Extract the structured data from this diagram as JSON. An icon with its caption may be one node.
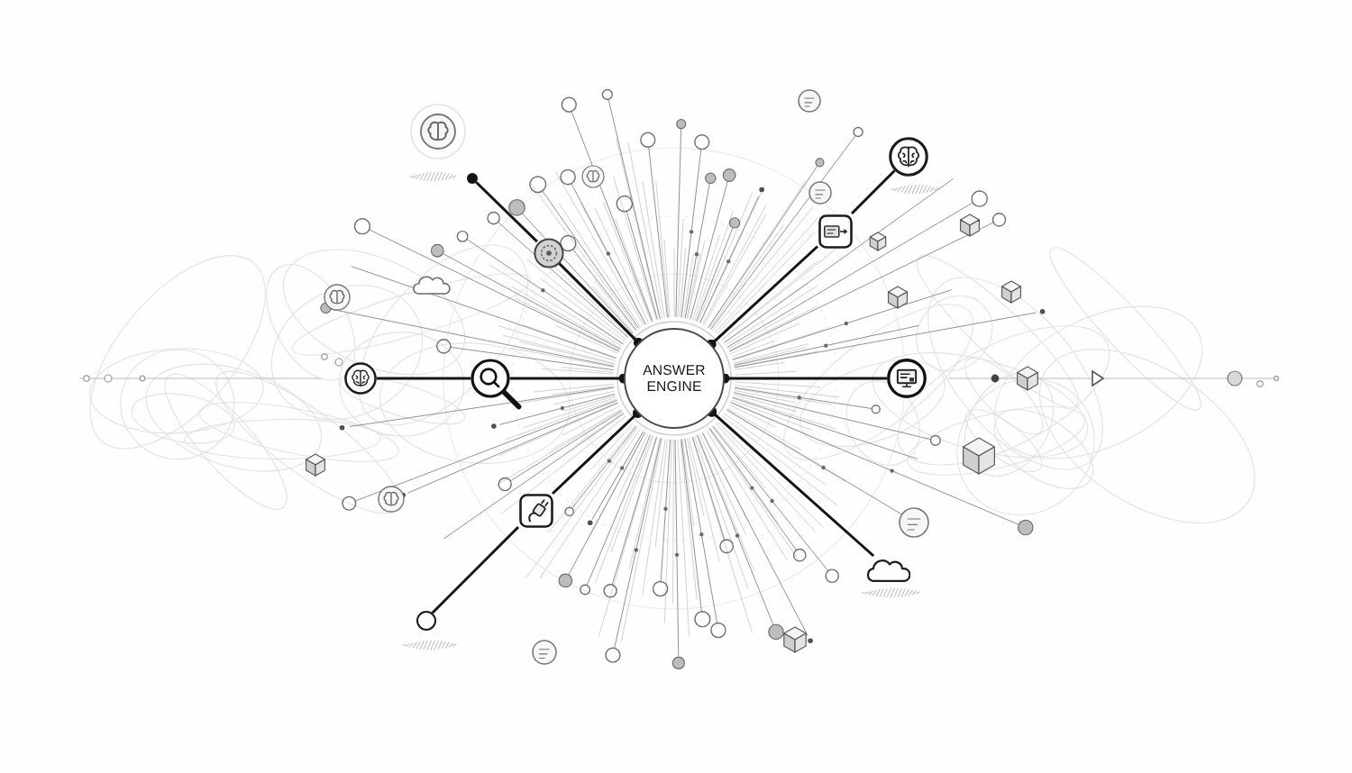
{
  "diagram": {
    "nodes": [
      {
        "text": [
          "ANSWER ENGINE"
        ]
      },
      {
        "text": [],
        "shape": "picture"
      },
      {
        "text": [],
        "shape": "circle"
      },
      {
        "text": [],
        "shape": "picture"
      },
      {
        "text": [],
        "shape": "picture"
      },
      {
        "text": [],
        "shape": "picture"
      },
      {
        "text": [],
        "shape": "picture"
      },
      {
        "text": [],
        "shape": "picture"
      },
      {
        "text": [],
        "shape": "picture"
      },
      {
        "text": [],
        "shape": "circle"
      },
      {
        "text": [],
        "shape": "cloud"
      }
    ],
    "edges": [
      {
        "from": 0,
        "to": 1,
        "arrow": "other"
      },
      {
        "from": 1,
        "to": 2,
        "arrow": "none"
      },
      {
        "from": 0,
        "to": 3,
        "arrow": "other"
      },
      {
        "from": 3,
        "to": 4,
        "arrow": "none"
      },
      {
        "from": 0,
        "to": 5,
        "arrow": "other"
      },
      {
        "from": 5,
        "to": 6,
        "arrow": "none"
      },
      {
        "from": 0,
        "to": 7,
        "arrow": "other"
      },
      {
        "from": 0,
        "to": 8,
        "arrow": "other"
      },
      {
        "from": 8,
        "to": 9,
        "arrow": "none"
      },
      {
        "from": 0,
        "to": 10,
        "arrow": "other"
      }
    ]
  }
}
